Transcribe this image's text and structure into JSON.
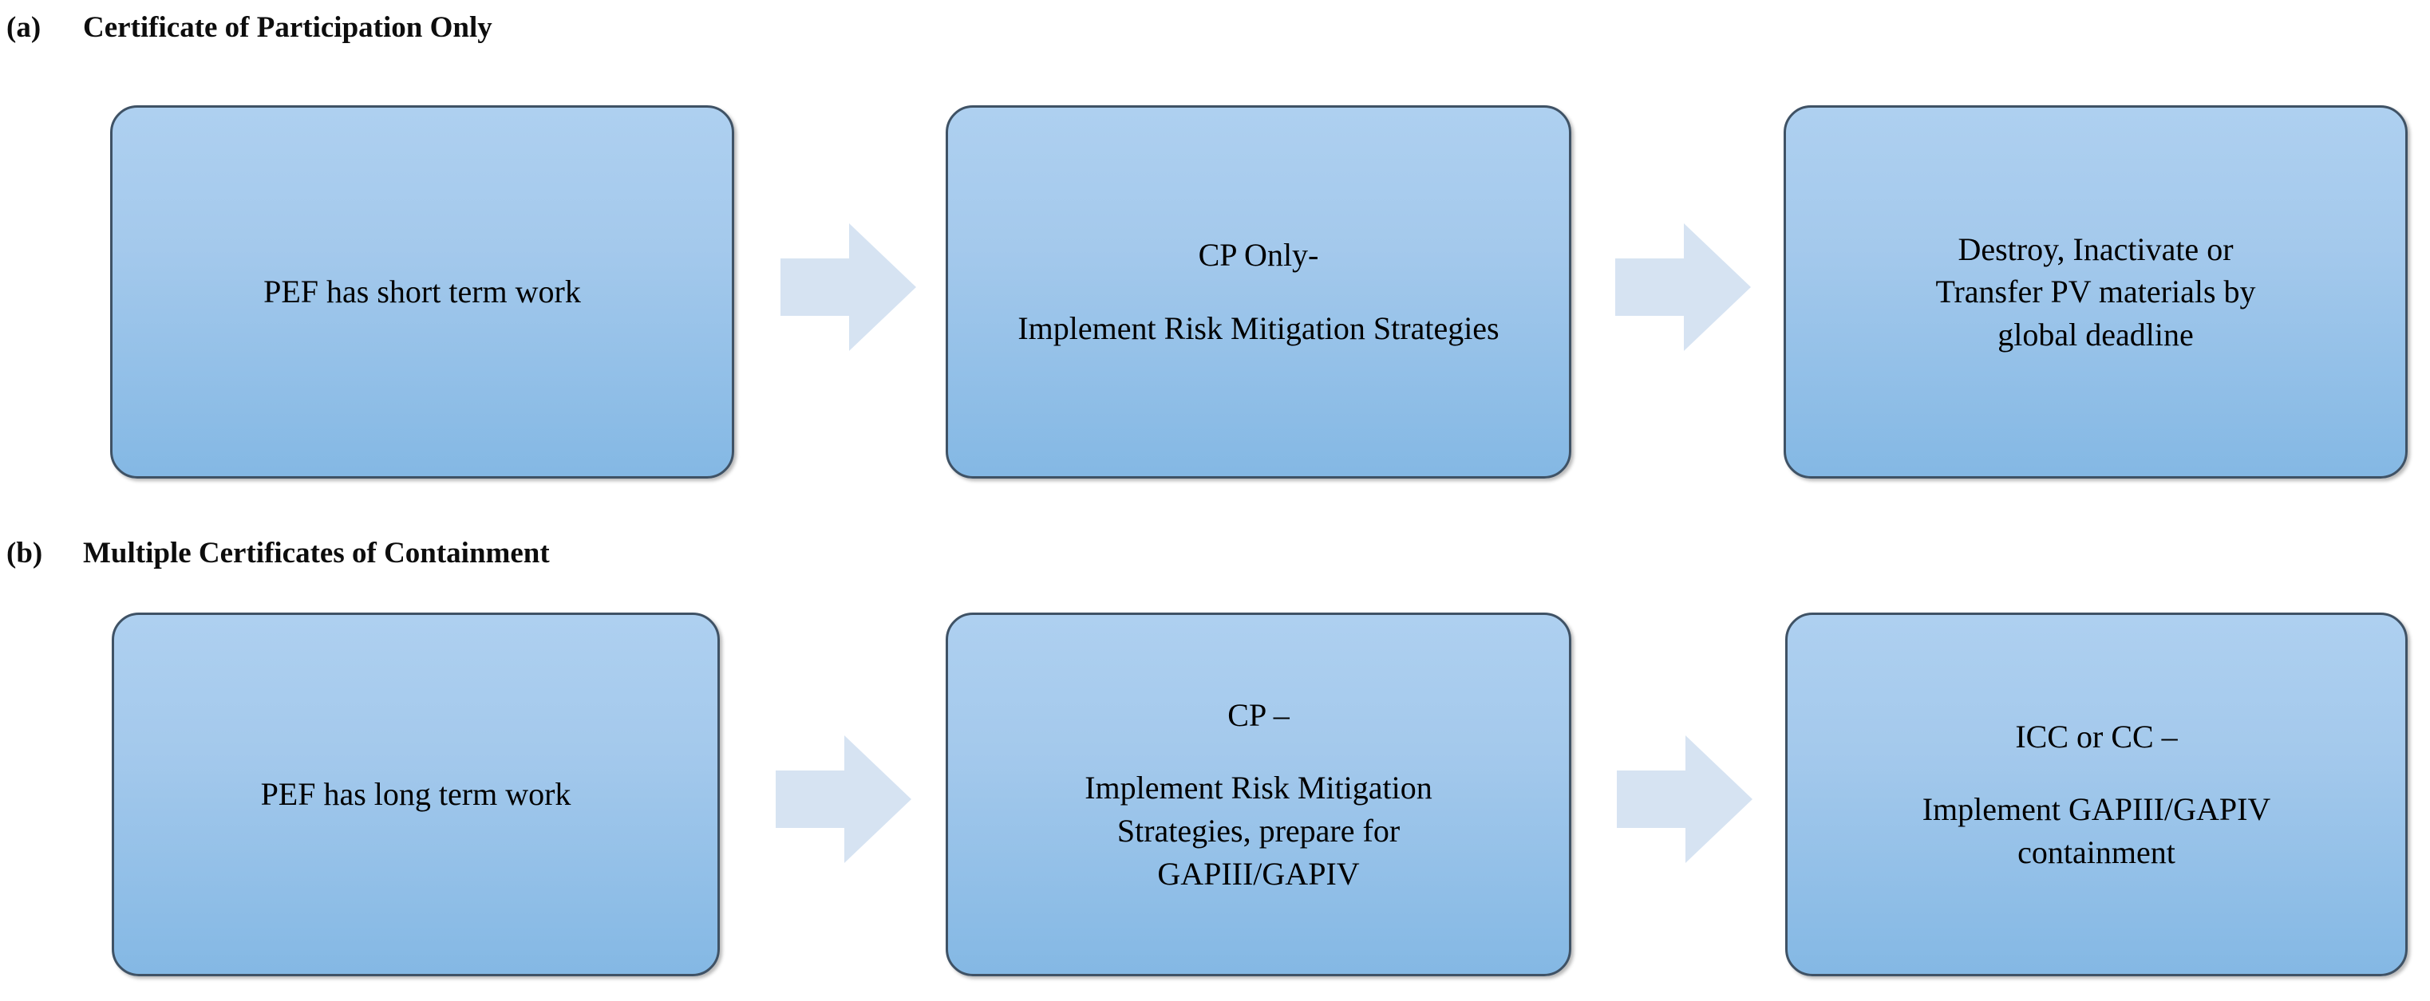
{
  "diagram": {
    "sections": [
      {
        "tag": "(a)",
        "title": "Certificate of Participation Only",
        "steps": [
          {
            "line1": "PEF has short term work",
            "line2": "",
            "line3": "",
            "line4": ""
          },
          {
            "line1": "CP Only-",
            "line2": "Implement Risk Mitigation",
            "line3": "Strategies",
            "line4": ""
          },
          {
            "line1": "Destroy, Inactivate or",
            "line2": "Transfer PV materials by",
            "line3": "global deadline",
            "line4": ""
          }
        ]
      },
      {
        "tag": "(b)",
        "title": "Multiple Certificates of Containment",
        "steps": [
          {
            "line1": "PEF has long term work",
            "line2": "",
            "line3": "",
            "line4": ""
          },
          {
            "line1": "CP –",
            "line2": "Implement Risk Mitigation",
            "line3": "Strategies, prepare for",
            "line4": "GAPIII/GAPIV"
          },
          {
            "line1": "ICC or CC –",
            "line2": "Implement GAPIII/GAPIV",
            "line3": "containment",
            "line4": ""
          }
        ]
      }
    ],
    "arrow_icon": "right-block-arrow",
    "colors": {
      "box_fill_top": "#aed0f0",
      "box_fill_bottom": "#84b8e4",
      "box_border": "#3f5265",
      "arrow_fill": "#d6e3f2",
      "text": "#000000",
      "background": "#ffffff"
    }
  }
}
